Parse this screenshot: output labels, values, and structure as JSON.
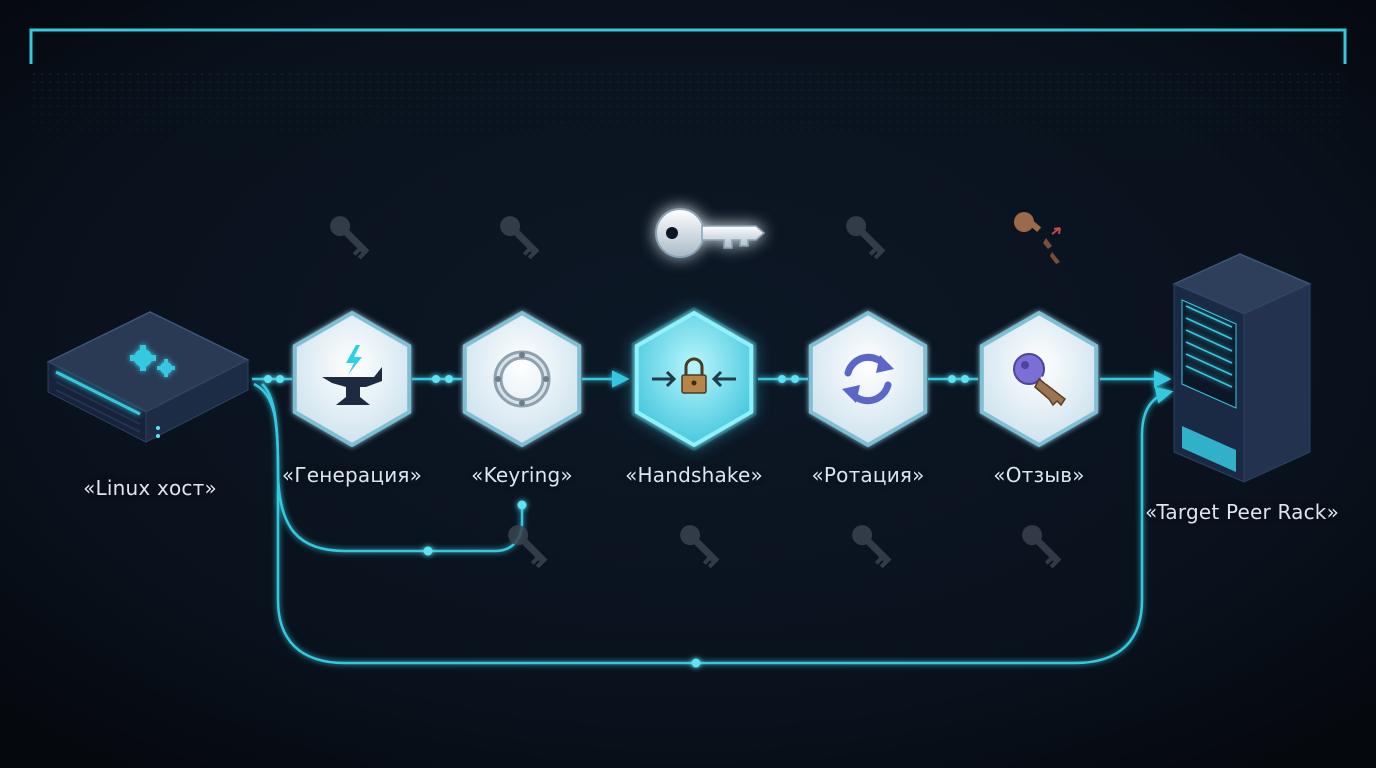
{
  "diagram": {
    "host": {
      "label": "«Linux хост»",
      "icon": "server-gears-icon"
    },
    "target": {
      "label": "«Target Peer Rack»",
      "icon": "server-rack-icon"
    },
    "stages": [
      {
        "id": "generation",
        "label": "«Генерация»",
        "icon": "anvil-lightning-icon",
        "highlighted": false
      },
      {
        "id": "keyring",
        "label": "«Keyring»",
        "icon": "ring-icon",
        "highlighted": false
      },
      {
        "id": "handshake",
        "label": "«Handshake»",
        "icon": "padlock-arrows-icon",
        "highlighted": true
      },
      {
        "id": "rotation",
        "label": "«Ротация»",
        "icon": "rotate-arrows-icon",
        "highlighted": false
      },
      {
        "id": "revocation",
        "label": "«Отзыв»",
        "icon": "key-revoke-icon",
        "highlighted": false
      }
    ],
    "colors": {
      "background": "#070b12",
      "accent": "#35c9e0",
      "hex_fill": "#e8f4fa",
      "hex_highlight": "#7fe6f3",
      "label_text": "#dbe6f2",
      "faded_key": "#3a4350"
    }
  }
}
